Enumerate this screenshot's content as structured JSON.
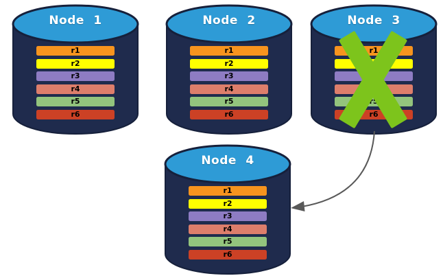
{
  "diagram": {
    "nodes": [
      {
        "id": "node-1",
        "label": "Node 1",
        "failed": false
      },
      {
        "id": "node-2",
        "label": "Node 2",
        "failed": false
      },
      {
        "id": "node-3",
        "label": "Node 3",
        "failed": true
      },
      {
        "id": "node-4",
        "label": "Node 4",
        "failed": false
      }
    ],
    "rows": [
      {
        "label": "r1",
        "color": "#F7941E"
      },
      {
        "label": "r2",
        "color": "#FFFF00"
      },
      {
        "label": "r3",
        "color": "#8E7CC3"
      },
      {
        "label": "r4",
        "color": "#DD7E6B"
      },
      {
        "label": "r5",
        "color": "#93C47D"
      },
      {
        "label": "r6",
        "color": "#CC4125"
      }
    ],
    "colors": {
      "background": "#FFFFFF",
      "cylinder_body": "#1F2B4D",
      "cylinder_top": "#2E9BD6",
      "cylinder_outline": "#16203B",
      "failure_x": "#7DC41C",
      "arrow": "#595959",
      "node_label_text": "#FFFFFF",
      "row_label_text": "#000000"
    },
    "arrow": {
      "from": "Node 3",
      "to": "Node 4"
    }
  }
}
